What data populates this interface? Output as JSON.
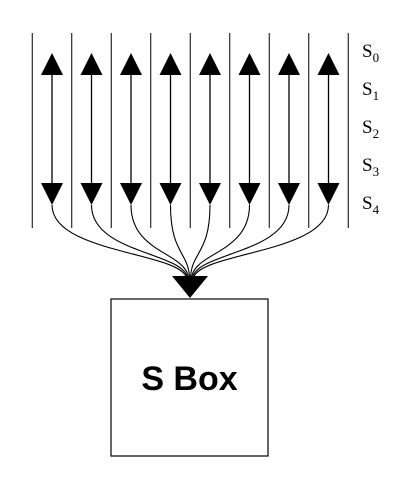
{
  "diagram": {
    "box_label": "S Box",
    "states": [
      {
        "letter": "S",
        "index": "0"
      },
      {
        "letter": "S",
        "index": "1"
      },
      {
        "letter": "S",
        "index": "2"
      },
      {
        "letter": "S",
        "index": "3"
      },
      {
        "letter": "S",
        "index": "4"
      }
    ],
    "lanes": 8,
    "colors": {
      "stroke": "#000000",
      "background": "#ffffff"
    }
  }
}
